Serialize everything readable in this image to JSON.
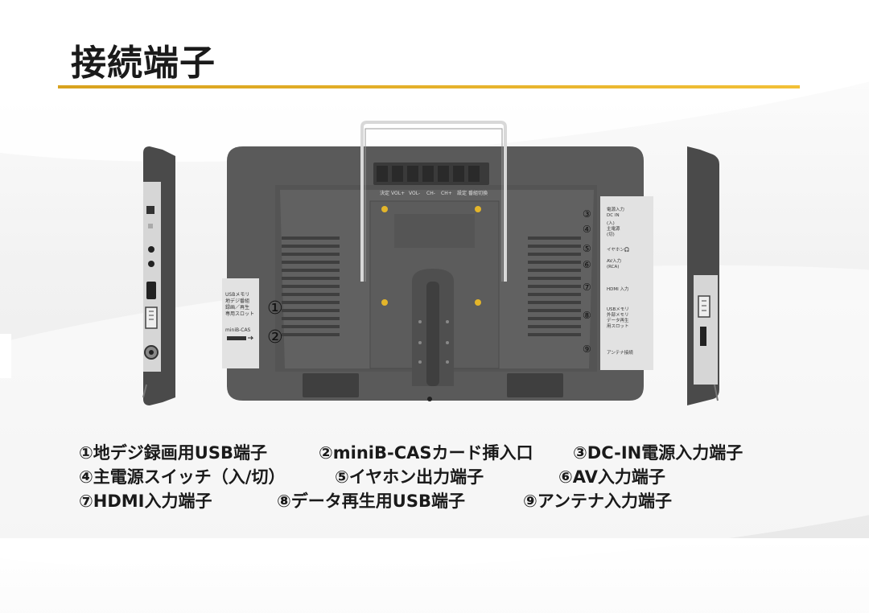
{
  "heading": {
    "title": "接続端子",
    "accent_color": "#e8b22c"
  },
  "back_panel": {
    "button_labels": [
      "決定",
      "VOL+",
      "VOL-",
      "CH-",
      "CH+",
      "設定",
      "番組切換"
    ],
    "left_labels": {
      "usb_label": [
        "USBメモリ",
        "地デジ番組",
        "録画／再生",
        "専用スロット"
      ],
      "cas_label": "miniB-CAS"
    },
    "right_labels": [
      {
        "num": "③",
        "text": [
          "電源入力",
          "DC IN"
        ]
      },
      {
        "num": "④",
        "text": [
          "(入)",
          "主電源",
          "(切)"
        ]
      },
      {
        "num": "⑤",
        "text": [
          "イヤホン🎧"
        ]
      },
      {
        "num": "⑥",
        "text": [
          "AV入力",
          "(RCA)"
        ]
      },
      {
        "num": "⑦",
        "text": [
          "HDMI 入力"
        ]
      },
      {
        "num": "⑧",
        "text": [
          "USBメモリ",
          "外部メモリ",
          "データ再生",
          "用スロット"
        ]
      },
      {
        "num": "⑨",
        "text": [
          "アンテナ接続"
        ]
      }
    ],
    "left_markers": [
      "①",
      "②"
    ]
  },
  "captions": [
    [
      "①地デジ録画用USB端子",
      "②miniB-CASカード挿入口",
      "③DC-IN電源入力端子"
    ],
    [
      "④主電源スイッチ（入/切）",
      "⑤イヤホン出力端子",
      "⑥AV入力端子"
    ],
    [
      "⑦HDMI入力端子",
      "⑧データ再生用USB端子",
      "⑨アンテナ入力端子"
    ]
  ]
}
